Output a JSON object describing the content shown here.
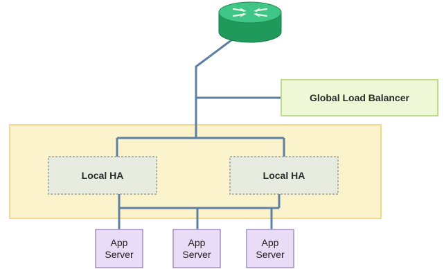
{
  "global_lb": {
    "label": "Global Load Balancer"
  },
  "local_ha": [
    {
      "label": "Local HA"
    },
    {
      "label": "Local HA"
    }
  ],
  "servers": [
    {
      "line1": "App",
      "line2": "Server"
    },
    {
      "line1": "App",
      "line2": "Server"
    },
    {
      "line1": "App",
      "line2": "Server"
    }
  ],
  "colors": {
    "router": "#1f9a5a",
    "router_top": "#3fc585",
    "link": "#5d7fa3",
    "datacenter_fill": "#fbf3cc",
    "datacenter_border": "#f0d98a",
    "glb_fill": "#eef7d6",
    "glb_border": "#bfdc8a",
    "ha_fill": "#e8ebe0",
    "ha_border": "#9aa39a",
    "server_fill": "#e9dcf7",
    "server_border": "#a58fc4"
  },
  "icons": {
    "router": "router-icon"
  }
}
